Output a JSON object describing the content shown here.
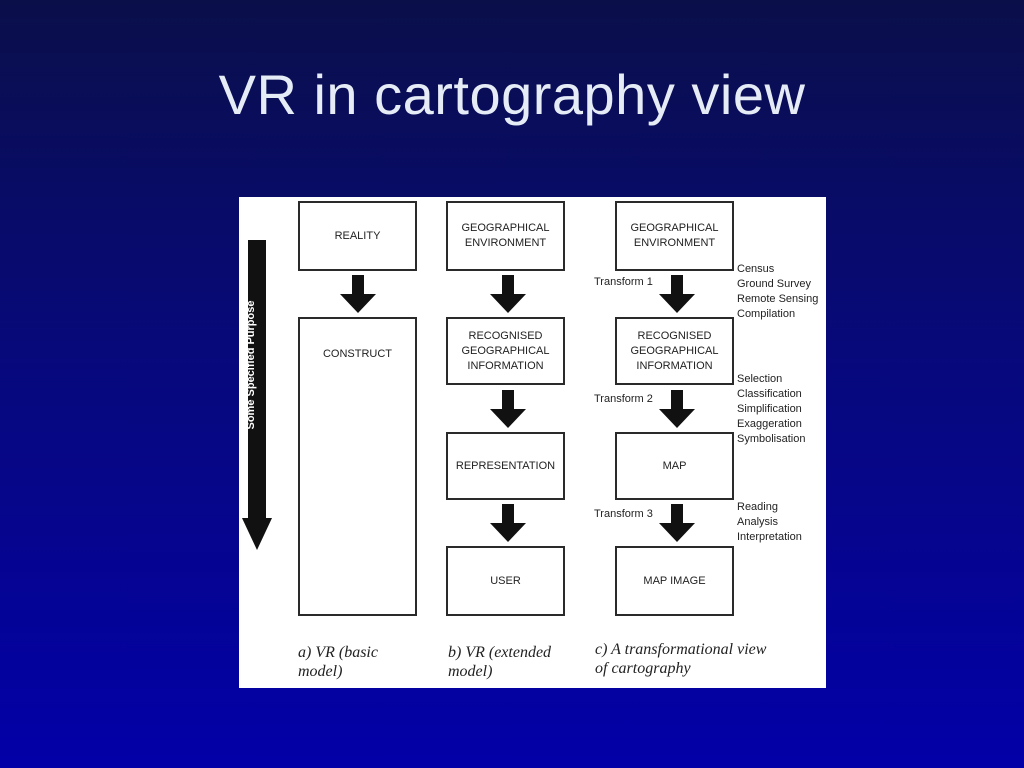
{
  "slide": {
    "title": "VR in cartography view"
  },
  "figure": {
    "purpose_arrow_label": "Some Specified Purpose",
    "column_a": {
      "boxes": [
        "REALITY",
        "CONSTRUCT"
      ],
      "caption": "a)  VR (basic\n     model)"
    },
    "column_b": {
      "boxes": [
        "GEOGRAPHICAL\nENVIRONMENT",
        "RECOGNISED\nGEOGRAPHICAL\nINFORMATION",
        "REPRESENTATION",
        "USER"
      ],
      "caption": "b) VR (extended\n     model)"
    },
    "column_c": {
      "boxes": [
        "GEOGRAPHICAL\nENVIRONMENT",
        "RECOGNISED\nGEOGRAPHICAL\nINFORMATION",
        "MAP",
        "MAP IMAGE"
      ],
      "transforms": [
        "Transform 1",
        "Transform 2",
        "Transform 3"
      ],
      "notes": [
        "Census\nGround Survey\nRemote Sensing\nCompilation",
        "Selection\nClassification\nSimplification\nExaggeration\nSymbolisation",
        "Reading\nAnalysis\nInterpretation"
      ],
      "caption": "c) A transformational view\n    of cartography"
    }
  }
}
